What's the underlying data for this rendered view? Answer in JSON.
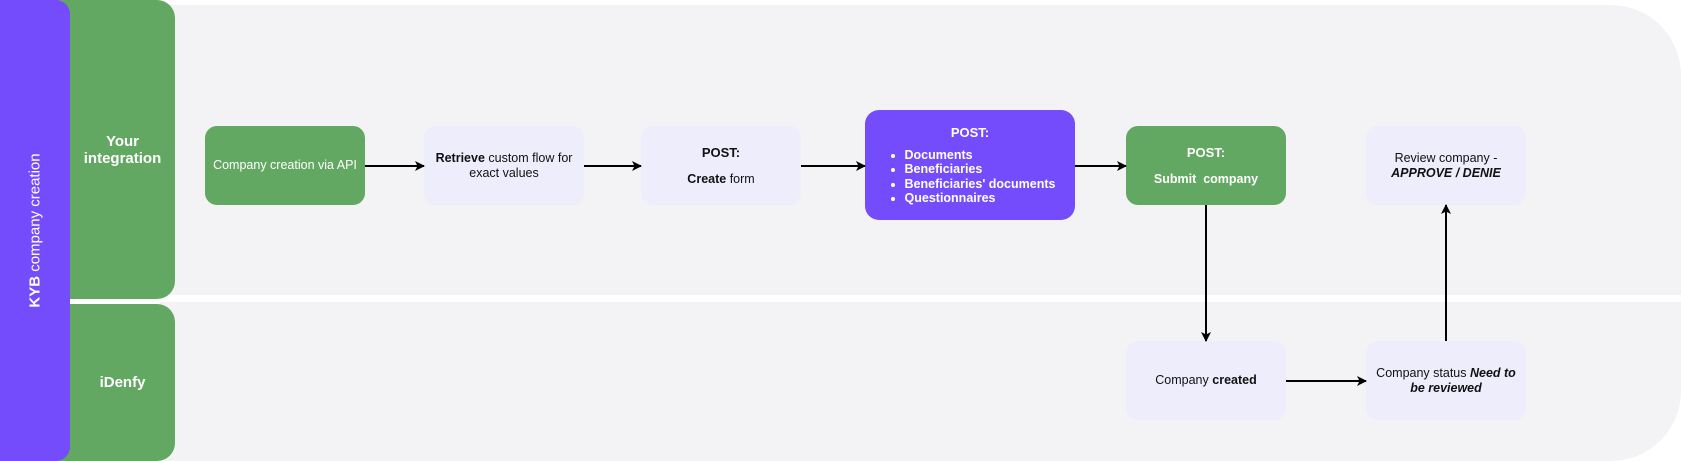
{
  "pool": {
    "label_bold": "KYB",
    "label_rest": " company creation"
  },
  "lanes": {
    "integration": {
      "label": "Your integration"
    },
    "idenfy": {
      "label": "iDenfy"
    }
  },
  "nodes": {
    "company_creation_api": {
      "text": "Company creation via API"
    },
    "retrieve_flow": {
      "bold": "Retrieve",
      "rest": " custom flow for exact values"
    },
    "create_form": {
      "title": "POST:",
      "bold": "Create",
      "rest": " form"
    },
    "post_data": {
      "title": "POST:",
      "items": [
        "Documents",
        "Beneficiaries",
        "Beneficiaries' documents",
        "Questionnaires"
      ]
    },
    "submit_company": {
      "title": "POST:",
      "text": "Submit  company"
    },
    "review_company": {
      "line1": "Review company -",
      "line2": "APPROVE / DENIE"
    },
    "company_created": {
      "plain": "Company ",
      "bold": "created"
    },
    "company_status": {
      "plain": "Company status ",
      "bold_italic": "Need to be reviewed"
    }
  },
  "colors": {
    "pool": "#754cfb",
    "lane_header": "#63a862",
    "lane_background": "#f3f3f5",
    "task_green": "#63a862",
    "task_lavender": "#eeedfc",
    "task_purple": "#754cfb"
  }
}
